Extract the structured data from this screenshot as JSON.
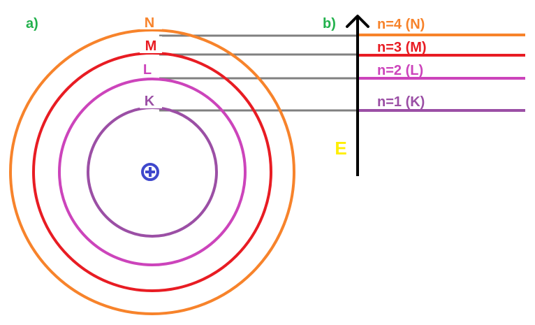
{
  "panels": {
    "a_label": "a)",
    "b_label": "b)"
  },
  "axis": {
    "label": "E"
  },
  "shells": [
    {
      "id": "K",
      "letter": "K",
      "level_label": "n=1 (K)",
      "color": "#9b4fa5"
    },
    {
      "id": "L",
      "letter": "L",
      "level_label": "n=2 (L)",
      "color": "#cc44bb"
    },
    {
      "id": "M",
      "letter": "M",
      "level_label": "n=3 (M)",
      "color": "#e81c23"
    },
    {
      "id": "N",
      "letter": "N",
      "level_label": "n=4 (N)",
      "color": "#f7832b"
    }
  ],
  "colors": {
    "panel_label": "#22b14c",
    "axis": "#000000",
    "axis_label": "#ffee00",
    "connector": "#808080",
    "nucleus": "#3f48cc"
  },
  "nucleus": {
    "symbol": "+",
    "icon": "plus-circle-icon"
  }
}
